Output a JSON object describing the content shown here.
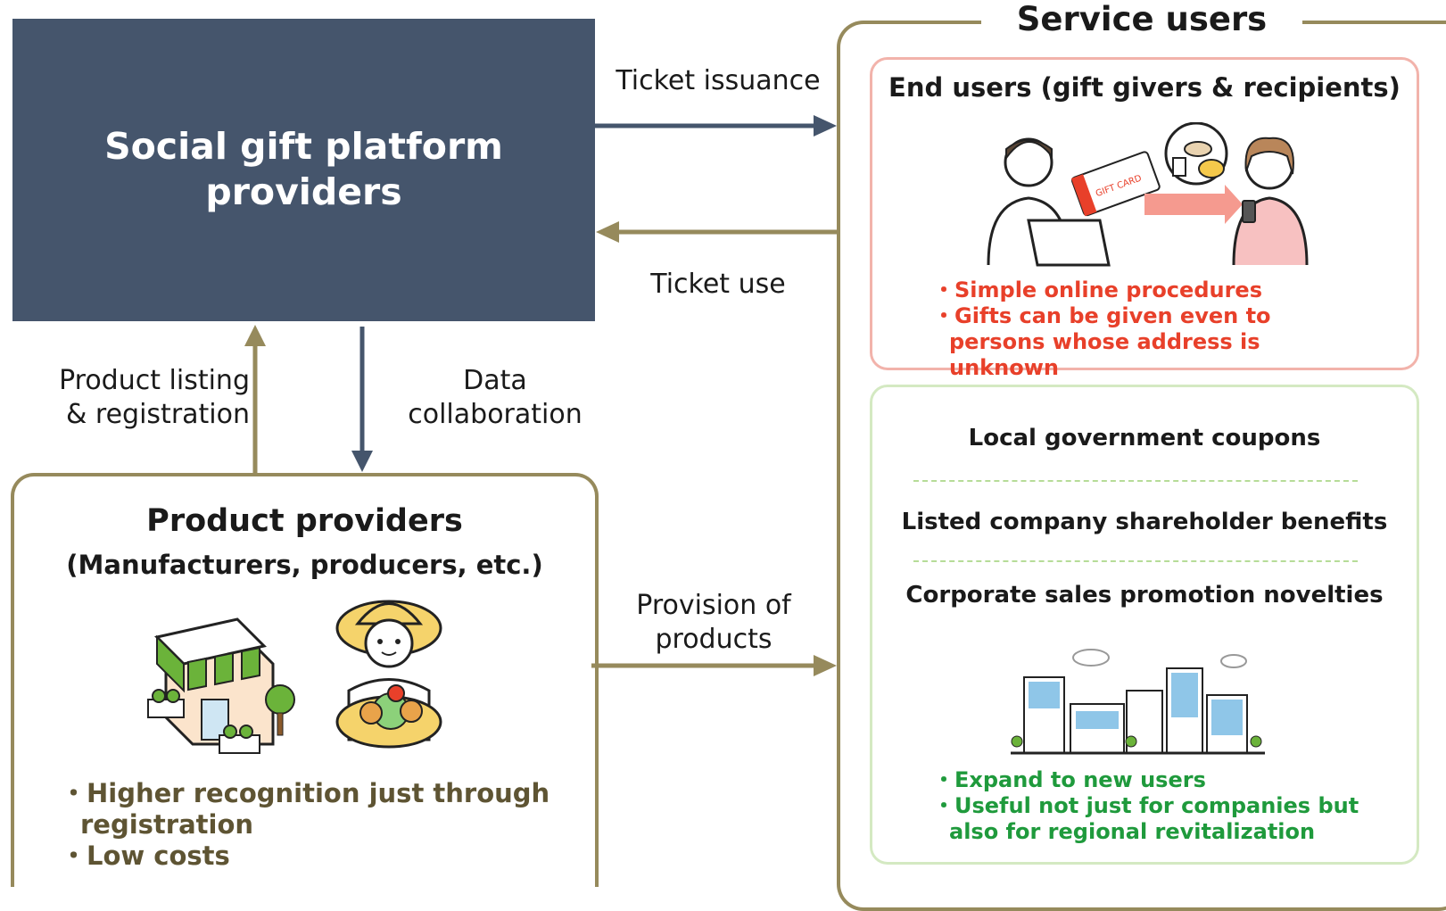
{
  "platform": {
    "title": "Social gift platform\nproviders"
  },
  "flows": {
    "ticket_issuance": "Ticket issuance",
    "ticket_use": "Ticket use",
    "product_listing": "Product listing\n& registration",
    "data_collaboration": "Data\ncollaboration",
    "provision": "Provision of\nproducts"
  },
  "product_providers": {
    "title": "Product providers",
    "subtitle": "(Manufacturers, producers, etc.)",
    "bullets": [
      "Higher recognition just through registration",
      "Low costs"
    ]
  },
  "service_users": {
    "title": "Service users",
    "end_users": {
      "title": "End users (gift givers & recipients)",
      "gift_card_label": "GIFT CARD",
      "bullets": [
        "Simple online procedures",
        "Gifts can be given even to persons whose address is unknown"
      ]
    },
    "others": {
      "items": [
        "Local government coupons",
        "Listed company shareholder benefits",
        "Corporate sales promotion novelties"
      ],
      "bullets": [
        "Expand to new users",
        "Useful not just for companies but also for regional revitalization"
      ]
    }
  },
  "colors": {
    "navy": "#45556c",
    "olive": "#968a5c",
    "red": "#e8402a",
    "green": "#1f9a3c",
    "pink_border": "#f2b3ab",
    "green_border": "#d4e9c2"
  }
}
